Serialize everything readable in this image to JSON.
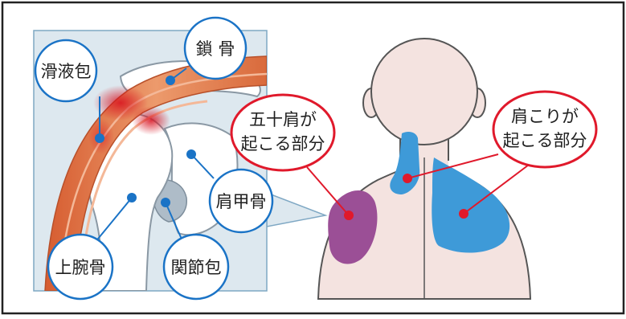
{
  "labels": {
    "bursa": "滑液包",
    "clavicle": "鎖 骨",
    "scapula": "肩甲骨",
    "humerus": "上腕骨",
    "capsule": "関節包",
    "frozen_shoulder_line1": "五十肩が",
    "frozen_shoulder_line2": "起こる部分",
    "stiff_shoulder_line1": "肩こりが",
    "stiff_shoulder_line2": "起こる部分"
  },
  "colors": {
    "frame_border": "#222222",
    "inset_bg": "#dde8ef",
    "callout_blue": "#1a73c6",
    "callout_red": "#e0192b",
    "muscle": "#e07a4e",
    "inflammation": "#d8101e",
    "skin": "#f4e3e0",
    "frozen_area": "#9b4f96",
    "stiff_area": "#3e9ad8",
    "bone": "#ffffff"
  }
}
